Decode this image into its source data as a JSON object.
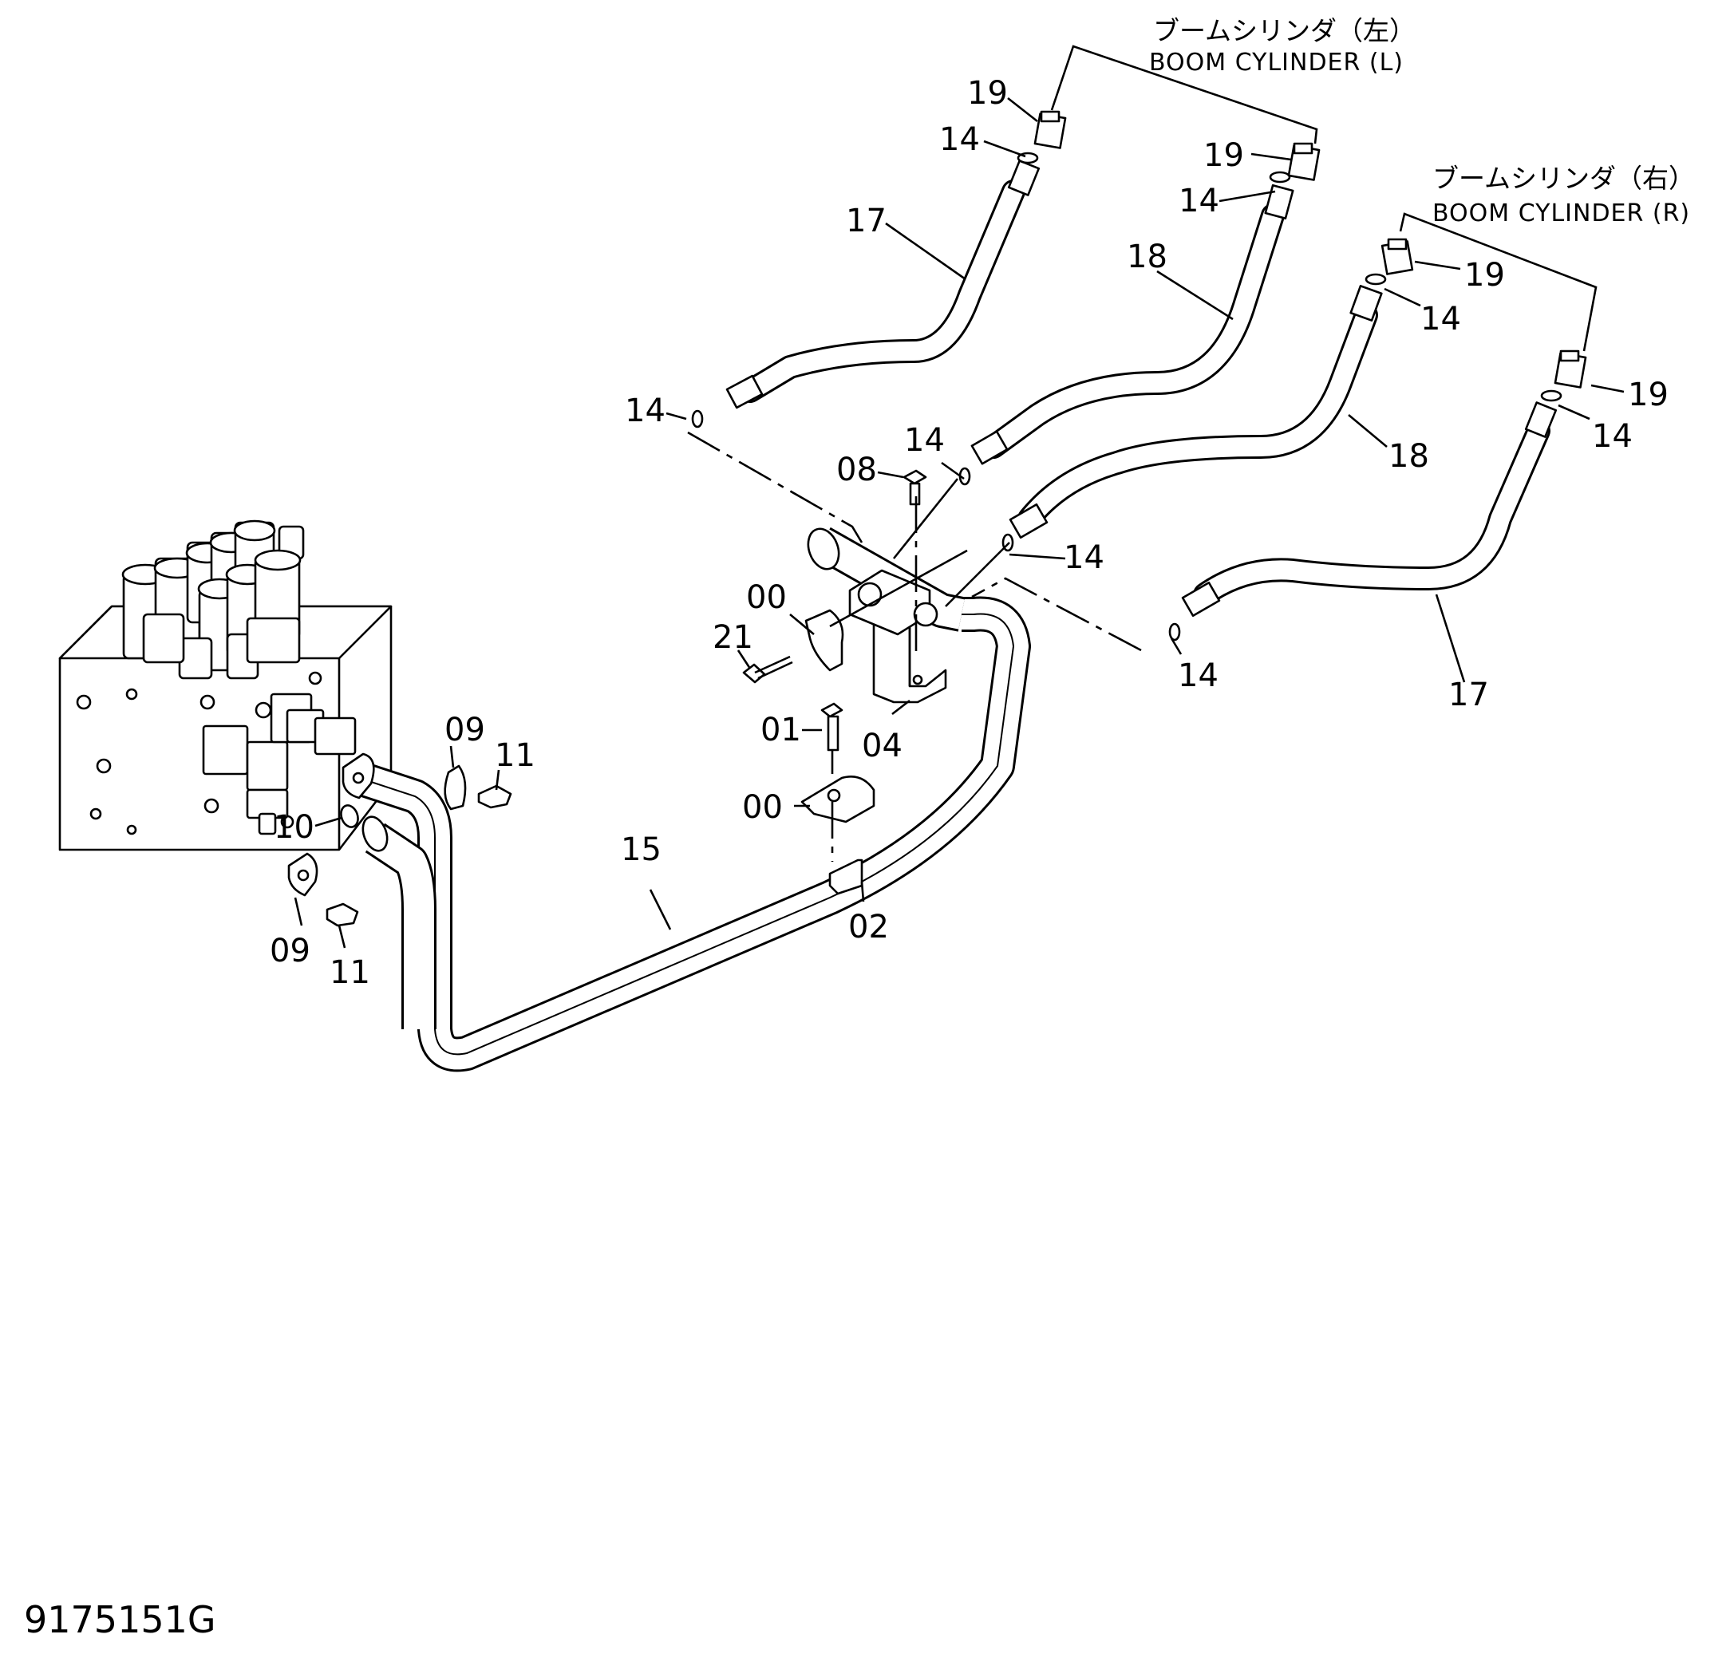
{
  "cylinders": {
    "left": {
      "jp": "ブームシリンダ（左）",
      "en": "BOOM CYLINDER (L)"
    },
    "right": {
      "jp": "ブームシリンダ（右）",
      "en": "BOOM CYLINDER (R)"
    }
  },
  "labels": {
    "p19a": "19",
    "p14a": "14",
    "p17a": "17",
    "p19b": "19",
    "p14b": "14",
    "p18a": "18",
    "p19c": "19",
    "p14c": "14",
    "p19d": "19",
    "p14d": "14",
    "p18b": "18",
    "p14e": "14",
    "p14f": "14",
    "p17b": "17",
    "p14g": "14",
    "p14h": "14",
    "p08": "08",
    "p00a": "00",
    "p21": "21",
    "p01": "01",
    "p04": "04",
    "p00b": "00",
    "p02": "02",
    "p15": "15",
    "p09a": "09",
    "p11a": "11",
    "p10": "10",
    "p09b": "09",
    "p11b": "11"
  },
  "figure_id": "9175151G"
}
